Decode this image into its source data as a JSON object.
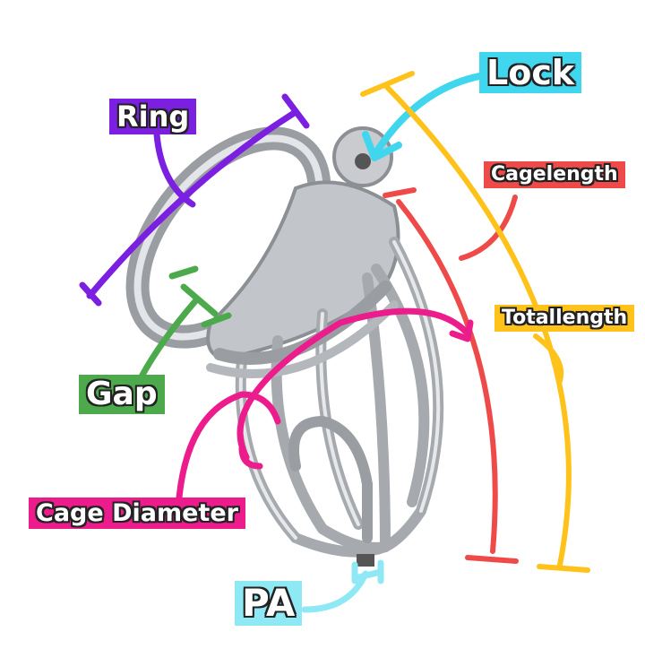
{
  "labels": {
    "ring": "Ring",
    "lock": "Lock",
    "cagelength": "Cagelength",
    "totallength": "Totallength",
    "gap": "Gap",
    "cage_diameter": "Cage Diameter",
    "pa": "PA"
  },
  "colors": {
    "ring": "#7b1fe0",
    "lock": "#3fd6ee",
    "cagelength": "#ef4a4a",
    "totallength": "#ffc21a",
    "gap": "#4caa4c",
    "cage_diameter": "#ec1c8c",
    "pa": "#8ee9f4",
    "metal": "#b9bcc0"
  }
}
